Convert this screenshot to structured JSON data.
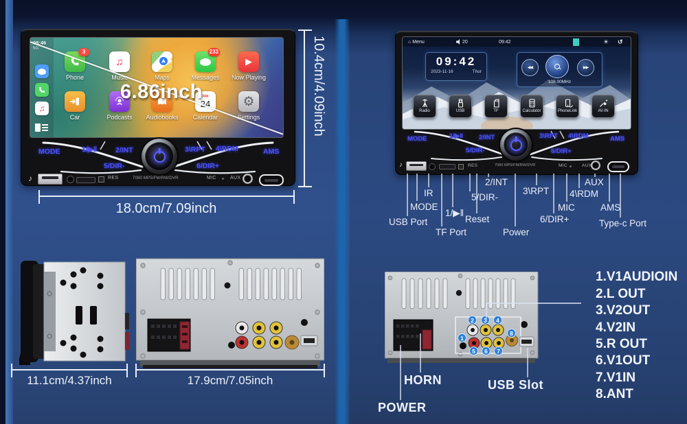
{
  "colors": {
    "background_blue": "#2f4e88",
    "top_band_navy": "#0a1126",
    "panel_label_blue": "#4a50e6",
    "badge_red": "#ff3b30",
    "port_badge_blue": "#2f80d8",
    "annotation_white": "#e9eef8"
  },
  "front_unit": {
    "overlay_size": "6.86inch",
    "width_dim": "18.0cm/7.09inch",
    "height_dim": "10.4cm/4.09inch",
    "status": {
      "time": "08:46",
      "network": "5G"
    },
    "apps": [
      {
        "name": "Phone",
        "badge": "3"
      },
      {
        "name": "Music"
      },
      {
        "name": "Maps"
      },
      {
        "name": "Messages",
        "badge": "233"
      },
      {
        "name": "Now Playing"
      },
      {
        "name": "Car"
      },
      {
        "name": "Podcasts"
      },
      {
        "name": "Audiobooks"
      },
      {
        "name": "Calendar",
        "weekday": "FRI",
        "day": "24"
      },
      {
        "name": "Settings"
      }
    ]
  },
  "panel": {
    "mode": "MODE",
    "k1": "1/▶‖",
    "k2": "2/INT",
    "k3": "3\\RPT",
    "k4": "4\\RDM",
    "ams": "AMS",
    "k5": "5/DIR-",
    "k6": "6/DIR+"
  },
  "strip": {
    "res": "RES",
    "model": "7080 MP5/FM/RW/DVR",
    "mic": "MIC",
    "aux": "AUX"
  },
  "labeled_unit": {
    "statusbar": {
      "menu": "Menu",
      "volume": "20",
      "time": "09:42"
    },
    "clock": {
      "time": "09:42",
      "date": "2023-11-16",
      "day": "Thur"
    },
    "radio": {
      "freq": "108.00MHz"
    },
    "tiles": [
      "Radio",
      "USB",
      "TF",
      "Calculator",
      "PhoneLink",
      "AV-IN"
    ],
    "callouts": {
      "usb_port": "USB Port",
      "mode": "MODE",
      "ir": "IR",
      "tf_port": "TF Port",
      "key1": "1/▶‖",
      "dir5": "5/DIR-",
      "reset": "Reset",
      "int2": "2/INT",
      "power": "Power",
      "rpt3": "3\\RPT",
      "dir6": "6/DIR+",
      "mic": "MIC",
      "rdm4": "4\\RDM",
      "aux": "AUX",
      "ams": "AMS",
      "typec": "Type-c Port"
    }
  },
  "side_view": {
    "width_dim": "11.1cm/4.37inch"
  },
  "rear_view": {
    "width_dim": "17.9cm/7.05inch"
  },
  "rear_labeled": {
    "horn": "HORN",
    "power": "POWER",
    "usb_slot": "USB Slot",
    "ports": [
      "1",
      "2",
      "3",
      "4",
      "5",
      "6",
      "7",
      "8"
    ],
    "legend": [
      "1.V1AUDIOIN",
      "2.L OUT",
      "3.V2OUT",
      "4.V2IN",
      "5.R OUT",
      "6.V1OUT",
      "7.V1IN",
      "8.ANT"
    ]
  }
}
